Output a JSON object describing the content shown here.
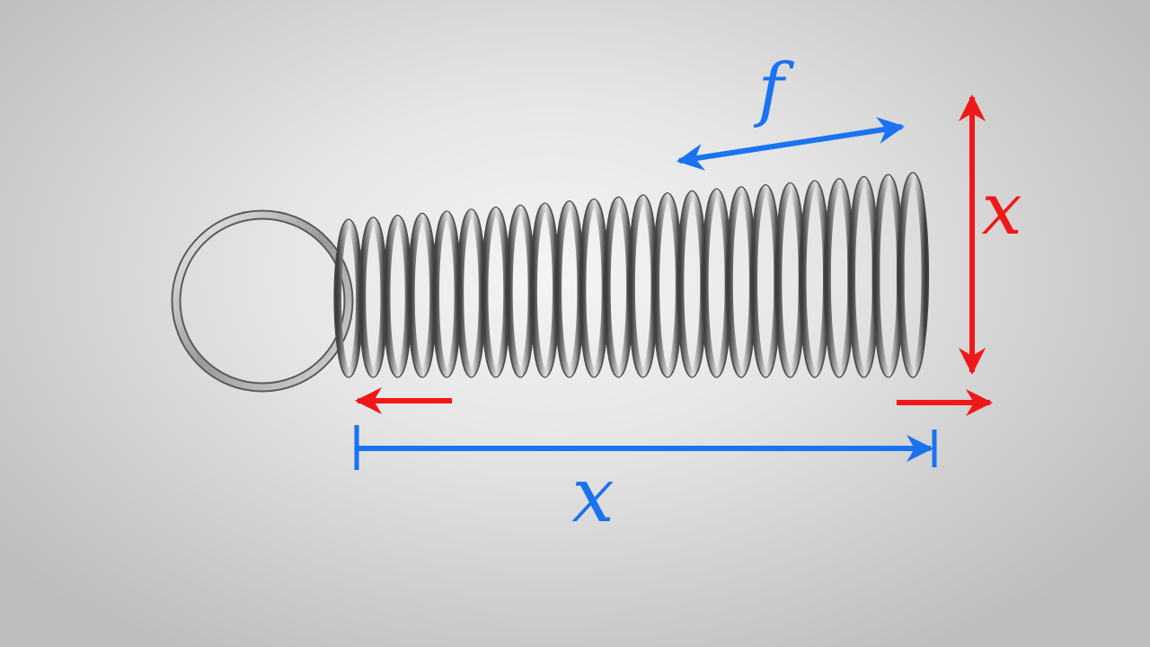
{
  "labels": {
    "force": "f",
    "extension_vertical": "x",
    "length": "x"
  },
  "colors": {
    "blue": "#1a73f0",
    "red": "#f01818",
    "steel": "#8a8a8a"
  }
}
